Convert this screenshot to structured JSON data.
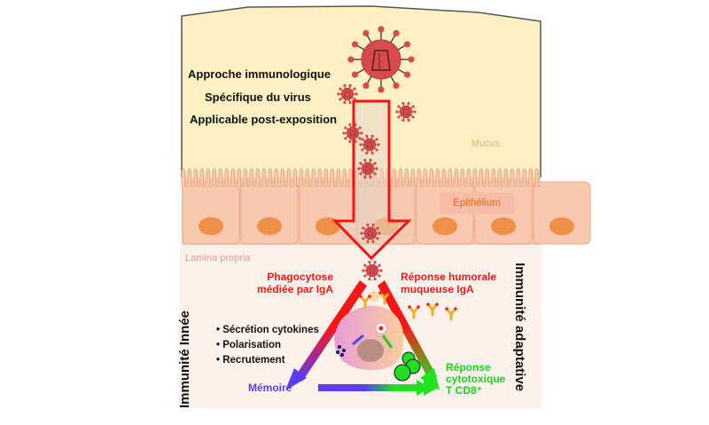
{
  "diagram": {
    "left_statements": [
      "Approche immunologique",
      "Spécifique du virus",
      "Applicable post-exposition"
    ],
    "region_labels": {
      "mucus": "Mucus",
      "epithelium": "Epithélium",
      "lamina_propria": "Lamina propria"
    },
    "side_labels": {
      "innate": "Immunité Innée",
      "adaptive": "Immunité adaptative"
    },
    "triangle": {
      "top_left": [
        "Phagocytose",
        "médiée par IgA"
      ],
      "top_right": [
        "Réponse humorale",
        "muqueuse IgA"
      ],
      "bottom_left": "Mémoire",
      "bottom_right": [
        "Réponse",
        "cytotoxique",
        "T CD8⁺"
      ],
      "bullets": [
        "• Sécrétion cytokines",
        "• Polarisation",
        "• Recrutement"
      ]
    },
    "colors": {
      "mucus_bg": "#fff0c4",
      "epithelium": "#f9c8b0",
      "nucleus": "#ee9047",
      "lamina_bg": "#fdf1ec",
      "virus": "#d64b4b",
      "arrow_outline": "#ff1010",
      "red": "#ee1c1c",
      "green": "#22cc22",
      "purple": "#5a3cf2"
    }
  }
}
